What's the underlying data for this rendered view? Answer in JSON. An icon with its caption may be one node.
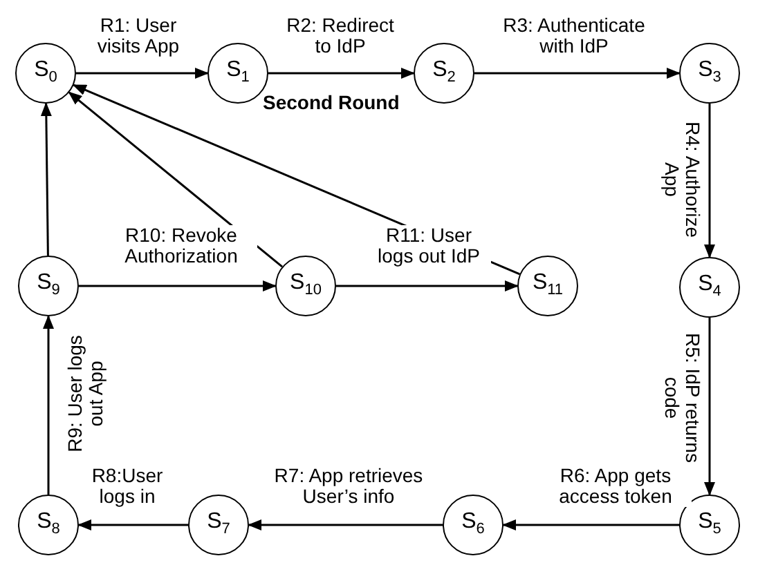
{
  "diagram": {
    "nodes": [
      {
        "text": [
          "S$_{0}$"
        ]
      },
      {
        "text": [
          "S$_{1}$"
        ]
      },
      {
        "text": [
          "S$_{2}$"
        ]
      },
      {
        "text": [
          "S$_{3}$"
        ]
      },
      {
        "text": [
          "S$_{4}$"
        ]
      },
      {
        "text": [
          "S$_{5}$"
        ]
      },
      {
        "text": [
          "S$_{6}$"
        ]
      },
      {
        "text": [
          "S$_{7}$"
        ]
      },
      {
        "text": [
          "S$_{8}$"
        ]
      },
      {
        "text": [
          "S$_{9}$"
        ]
      },
      {
        "text": [
          "S$_{10}$"
        ]
      },
      {
        "text": [
          "S$_{11}$"
        ]
      }
    ],
    "edges": [
      {
        "from": 0,
        "to": 1,
        "arrow": "to",
        "label": "R1: User visits App"
      },
      {
        "from": 1,
        "to": 2,
        "arrow": "to",
        "label": "R2: Redirect to IdP"
      },
      {
        "from": 2,
        "to": 3,
        "arrow": "to",
        "label": "R3: Authenticate with IdP"
      },
      {
        "from": 3,
        "to": 4,
        "arrow": "to",
        "label": "R4: Authorize App"
      },
      {
        "from": 4,
        "to": 5,
        "arrow": "to",
        "label": "R5: IdP returns code"
      },
      {
        "from": 5,
        "to": 6,
        "arrow": "to",
        "label": "R6: App gets access token"
      },
      {
        "from": 6,
        "to": 7,
        "arrow": "to",
        "label": "R7: App retrieves User’s info"
      },
      {
        "from": 7,
        "to": 8,
        "arrow": "to",
        "label": "R8:User logs in"
      },
      {
        "from": 8,
        "to": 9,
        "arrow": "to",
        "label": "R9: User logs out App"
      },
      {
        "from": 9,
        "to": 0,
        "arrow": "to"
      },
      {
        "from": 9,
        "to": 10,
        "arrow": "to",
        "label": "R10: Revoke Authorization"
      },
      {
        "from": 10,
        "to": 11,
        "arrow": "to",
        "label": "R11: User logs out IdP"
      },
      {
        "from": 10,
        "to": 0,
        "arrow": "to"
      },
      {
        "from": 11,
        "to": 0,
        "arrow": "to"
      }
    ],
    "labels": [
      "Second Round"
    ]
  }
}
